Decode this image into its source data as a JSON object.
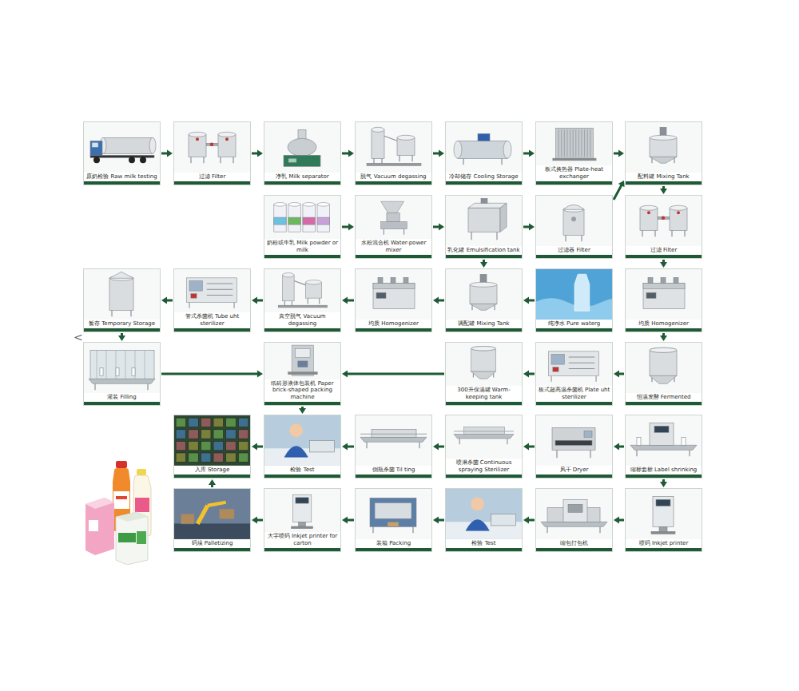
{
  "diagram": {
    "nodes": [
      {
        "text": [
          "原奶检验 Raw milk testing"
        ]
      },
      {
        "text": [
          "过滤 Filter"
        ]
      },
      {
        "text": [
          "净乳 Milk separator"
        ]
      },
      {
        "text": [
          "脱气 Vacuum degassing"
        ]
      },
      {
        "text": [
          "冷却储存 Cooling Storage"
        ]
      },
      {
        "text": [
          "板式换热器 Plate-heat exchanger"
        ]
      },
      {
        "text": [
          "配料罐 Mixing Tank"
        ]
      },
      {
        "text": [
          "奶粉或牛乳 Milk powder or milk"
        ]
      },
      {
        "text": [
          "水粉混合机 Water-power mixer"
        ]
      },
      {
        "text": [
          "乳化罐 Emulsification tank"
        ]
      },
      {
        "text": [
          "过滤器 Filter"
        ]
      },
      {
        "text": [
          "过滤 Filter"
        ]
      },
      {
        "text": [
          "暂存 Temporary Storage"
        ]
      },
      {
        "text": [
          "管式杀菌机 Tube uht sterilizer"
        ]
      },
      {
        "text": [
          "真空脱气 Vacuum degassing"
        ]
      },
      {
        "text": [
          "均质 Homogenizer"
        ]
      },
      {
        "text": [
          "调配罐 Mixing Tank"
        ]
      },
      {
        "text": [
          "纯净水 Pure waterg"
        ]
      },
      {
        "text": [
          "均质 Homogenizer"
        ]
      },
      {
        "text": [
          "灌装 Filling"
        ]
      },
      {
        "text": [
          "纸砖形液体包装机 Paper brick-shaped packing machine"
        ]
      },
      {
        "text": [
          "300升保温罐 Warm-keeping tank"
        ]
      },
      {
        "text": [
          "板式超高温杀菌机 Plate uht sterilizer"
        ]
      },
      {
        "text": [
          "恒温发酵 Fermented"
        ]
      },
      {
        "text": [
          "入库 Storage"
        ]
      },
      {
        "text": [
          "检验 Test"
        ]
      },
      {
        "text": [
          "倒瓶杀菌 Til ting"
        ]
      },
      {
        "text": [
          "喷淋杀菌 Continuous spraying Sterilizer"
        ]
      },
      {
        "text": [
          "风干 Dryer"
        ]
      },
      {
        "text": [
          "缩标套标 Label shrinking"
        ]
      },
      {
        "text": [
          "码垛 Palletizing"
        ]
      },
      {
        "text": [
          "大字喷码 Inkjet printer for carton"
        ]
      },
      {
        "text": [
          "装箱 Packing"
        ]
      },
      {
        "text": [
          "检验 Test"
        ]
      },
      {
        "text": [
          "缩包打包机"
        ]
      },
      {
        "text": [
          "喷码 Inkjet printer"
        ]
      }
    ],
    "edges": [
      {
        "from": 0,
        "to": 1,
        "arrow": "to"
      },
      {
        "from": 1,
        "to": 2,
        "arrow": "to"
      },
      {
        "from": 2,
        "to": 3,
        "arrow": "to"
      },
      {
        "from": 3,
        "to": 4,
        "arrow": "to"
      },
      {
        "from": 4,
        "to": 5,
        "arrow": "to"
      },
      {
        "from": 5,
        "to": 6,
        "arrow": "to"
      },
      {
        "from": 7,
        "to": 8,
        "arrow": "to"
      },
      {
        "from": 8,
        "to": 9,
        "arrow": "to"
      },
      {
        "from": 9,
        "to": 10,
        "arrow": "to"
      },
      {
        "from": 10,
        "to": 6,
        "arrow": "to"
      },
      {
        "from": 6,
        "to": 11,
        "arrow": "to"
      },
      {
        "from": 11,
        "to": 18,
        "arrow": "to"
      },
      {
        "from": 9,
        "to": 16,
        "arrow": "to"
      },
      {
        "from": 17,
        "to": 16,
        "arrow": "to"
      },
      {
        "from": 16,
        "to": 15,
        "arrow": "to"
      },
      {
        "from": 15,
        "to": 14,
        "arrow": "to"
      },
      {
        "from": 14,
        "to": 13,
        "arrow": "to"
      },
      {
        "from": 13,
        "to": 12,
        "arrow": "to"
      },
      {
        "from": 12,
        "to": 19,
        "arrow": "to"
      },
      {
        "from": 19,
        "to": 20,
        "arrow": "to"
      },
      {
        "from": 18,
        "to": 23,
        "arrow": "to"
      },
      {
        "from": 23,
        "to": 22,
        "arrow": "to"
      },
      {
        "from": 22,
        "to": 21,
        "arrow": "to"
      },
      {
        "from": 21,
        "to": 20,
        "arrow": "to"
      },
      {
        "from": 20,
        "to": 25,
        "arrow": "to"
      },
      {
        "from": 29,
        "to": 28,
        "arrow": "to"
      },
      {
        "from": 28,
        "to": 27,
        "arrow": "to"
      },
      {
        "from": 27,
        "to": 26,
        "arrow": "to"
      },
      {
        "from": 26,
        "to": 25,
        "arrow": "to"
      },
      {
        "from": 25,
        "to": 24,
        "arrow": "to"
      },
      {
        "from": 29,
        "to": 35,
        "arrow": "to"
      },
      {
        "from": 35,
        "to": 34,
        "arrow": "to"
      },
      {
        "from": 34,
        "to": 33,
        "arrow": "to"
      },
      {
        "from": 33,
        "to": 32,
        "arrow": "to"
      },
      {
        "from": 32,
        "to": 31,
        "arrow": "to"
      },
      {
        "from": 31,
        "to": 30,
        "arrow": "to"
      },
      {
        "from": 30,
        "to": 24,
        "arrow": "to"
      }
    ],
    "labels": [
      "<"
    ]
  }
}
